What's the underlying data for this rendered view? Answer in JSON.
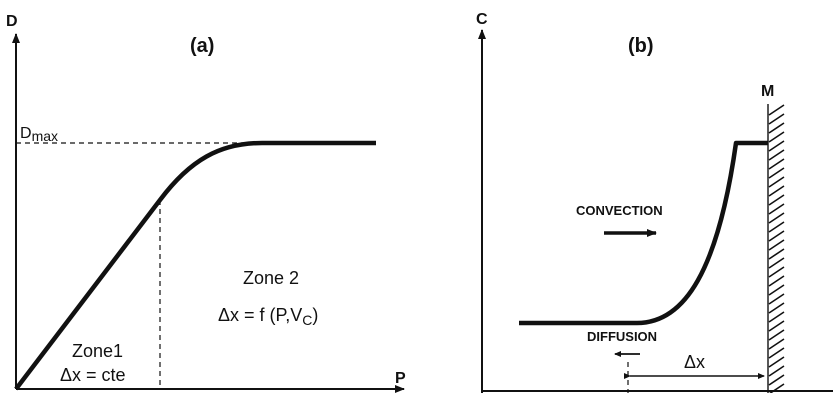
{
  "panel_a": {
    "label": "(a)",
    "y_axis_label": "D",
    "x_axis_label": "P",
    "dmax_label": "D",
    "dmax_subscript": "max",
    "zone1_title": "Zone1",
    "zone1_formula": "Δx = cte",
    "zone2_title": "Zone 2",
    "zone2_formula_prefix": "Δx = f (P,V",
    "zone2_formula_sub": "C",
    "zone2_formula_suffix": ")"
  },
  "panel_b": {
    "label": "(b)",
    "y_axis_label": "C",
    "wall_label": "M",
    "convection_label": "CONVECTION",
    "diffusion_label": "DIFFUSION",
    "delta_label": "Δx"
  },
  "colors": {
    "ink": "#111111",
    "background": "#ffffff"
  }
}
